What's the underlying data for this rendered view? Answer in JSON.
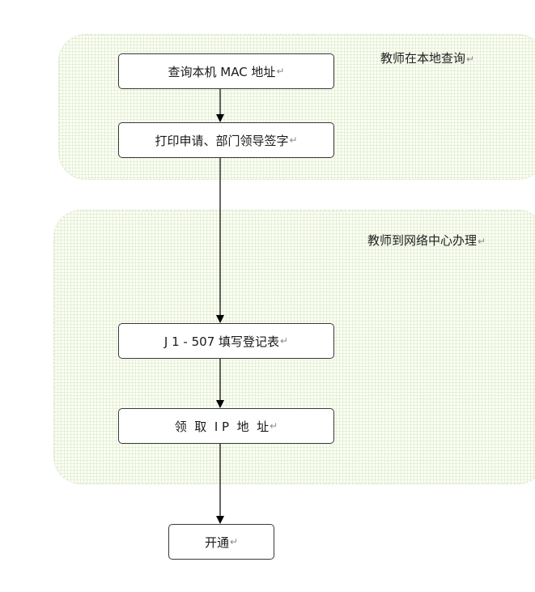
{
  "regions": {
    "local": {
      "label": "教师在本地查询"
    },
    "network_center": {
      "label": "教师到网络中心办理"
    }
  },
  "steps": {
    "query_mac": "查询本机 MAC 地址",
    "print_sign": "打印申请、部门领导签字",
    "fill_form": "J 1 - 507 填写登记表",
    "get_ip": "领  取  I P  地  址",
    "activate": "开通"
  },
  "paragraph_mark": "↵"
}
